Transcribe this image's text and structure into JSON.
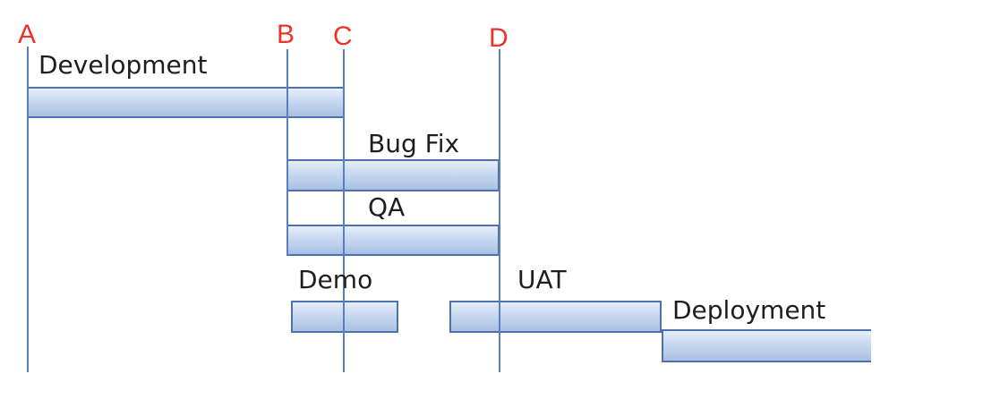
{
  "markers": {
    "a": "A",
    "b": "B",
    "c": "C",
    "d": "D"
  },
  "phases": {
    "development": "Development",
    "bug_fix": "Bug Fix",
    "qa": "QA",
    "demo": "Demo",
    "uat": "UAT",
    "deployment": "Deployment"
  },
  "colors": {
    "marker_text": "#e8342a",
    "line": "#5b7fbe",
    "bar_border": "#4e72b0",
    "bar_fill": "#c8d8f0"
  }
}
